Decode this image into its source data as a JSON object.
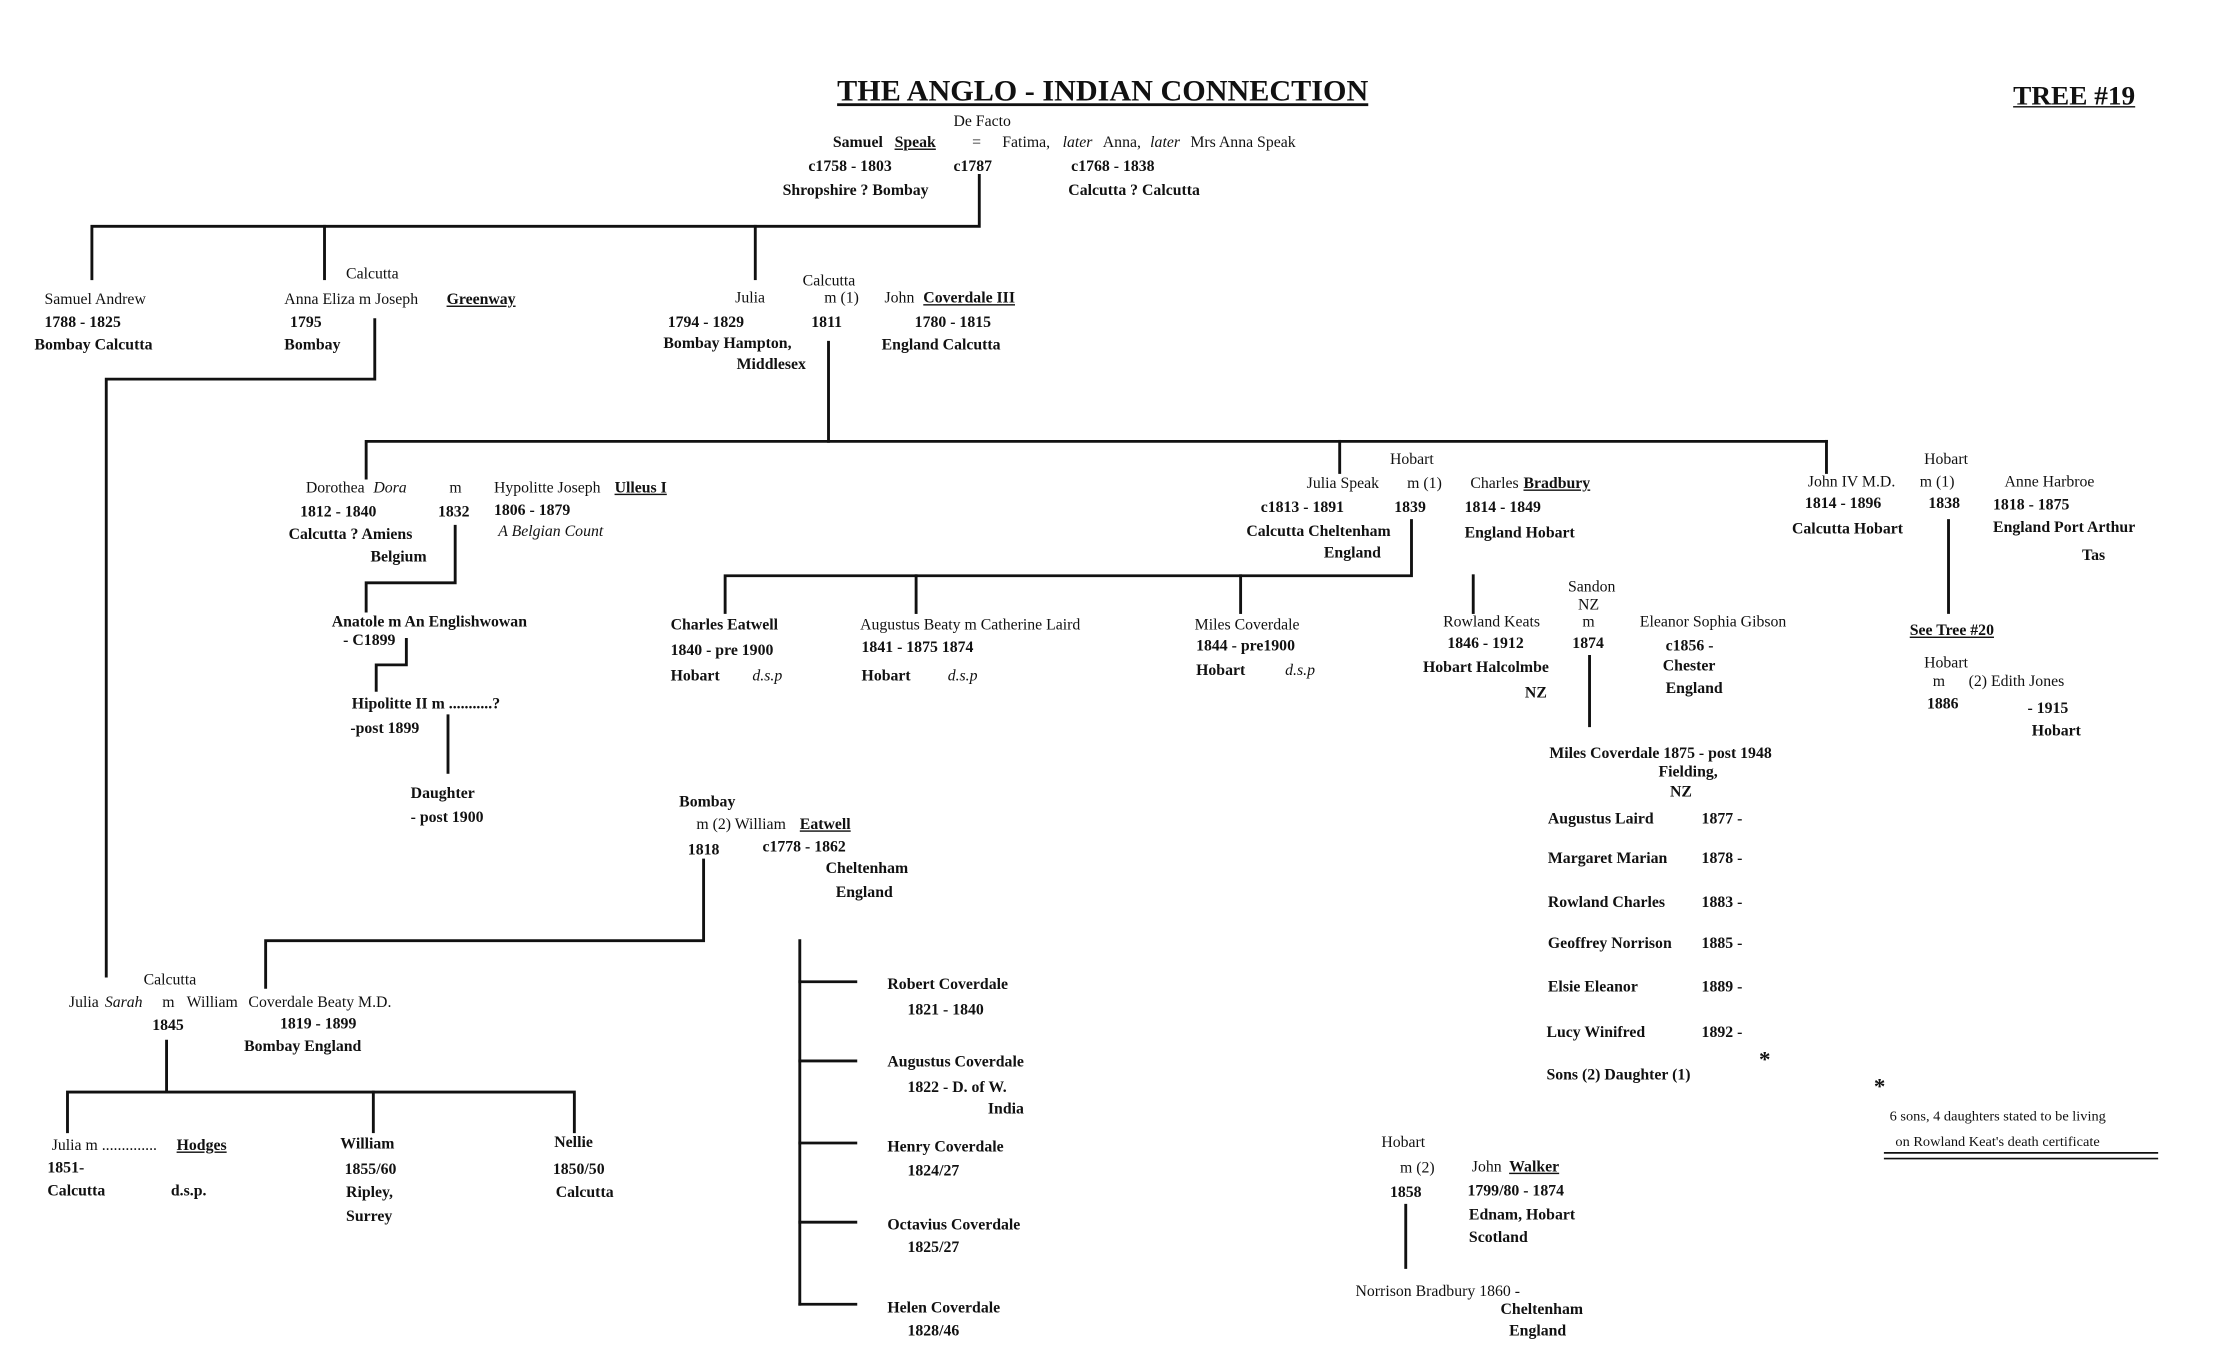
{
  "title": "THE ANGLO - INDIAN  CONNECTION",
  "tree_number": "TREE #19",
  "texts": {
    "defacto": "De Facto",
    "samuel_name": "Samuel",
    "samuel_surname": "Speak",
    "eq": "=",
    "fatima_a": "Fatima,",
    "fatima_later1": "later",
    "fatima_b": "Anna,",
    "fatima_later2": "later",
    "fatima_c": "Mrs Anna Speak",
    "samuel_dates": "c1758  -  1803",
    "union_date": "c1787",
    "fatima_dates": "c1768    -    1838",
    "samuel_places": "Shropshire ?   Bombay",
    "fatima_places": "Calcutta ?   Calcutta",
    "sa_name": "Samuel Andrew",
    "sa_dates": "1788  -  1825",
    "sa_places": "Bombay   Calcutta",
    "ae_place": "Calcutta",
    "ae_name": "Anna Eliza   m   Joseph",
    "ae_spouse": "Greenway",
    "ae_date": "1795",
    "ae_birth": "Bombay",
    "j_place": "Calcutta",
    "j_name": "Julia",
    "j_m1": "m (1)",
    "j_spouse_first": "John",
    "j_spouse_sur": "Coverdale III",
    "j_dates": "1794     -      1829",
    "j_wed_year": "1811",
    "jc_dates": "1780  -  1815",
    "j_places": "Bombay   Hampton,",
    "j_places2": "Middlesex",
    "jc_places": "England          Calcutta",
    "d_name": "Dorothea",
    "d_dora": "Dora",
    "d_m": "m",
    "d_spouse": "Hypolitte Joseph",
    "d_spouse_sur": "Ulleus I",
    "d_dates": "1812    -     1840",
    "d_year": "1832",
    "d_spouse_dates": "1806   -   1879",
    "d_places": "Calcutta ?   Amiens",
    "d_spouse_note": "A Belgian Count",
    "d_belgium": "Belgium",
    "an_name": "Anatole    m     An Englishwowan",
    "an_date": "- C1899",
    "hip_name": "Hipolitte II    m       ...........?",
    "hip_date": "-post 1899",
    "dau_name": "Daughter",
    "dau_date": "-  post 1900",
    "js_place": "Hobart",
    "js_name": "Julia Speak",
    "js_m1": "m (1)",
    "js_spouse": "Charles",
    "js_spouse_sur": "Bradbury",
    "js_dates": "c1813    -   1891",
    "js_year": "1839",
    "cb_dates": "1814    -     1849",
    "js_places": "Calcutta    Cheltenham",
    "cb_places": "England       Hobart",
    "js_england": "England",
    "ce_name": "Charles Eatwell",
    "ce_dates": "1840  -  pre 1900",
    "ce_place": "Hobart",
    "dsp": "d.s.p",
    "ab_name": "Augustus Beaty     m      Catherine Laird",
    "ab_dates": "1841   -  1875   1874",
    "ab_place": "Hobart",
    "mc_name": "Miles Coverdale",
    "mc_dates": "1844   -   pre1900",
    "mc_place": "Hobart",
    "rk_sandon": "Sandon",
    "rk_nz": "NZ",
    "rk_name": "Rowland Keats",
    "rk_m": "m",
    "rk_spouse": "Eleanor Sophia Gibson",
    "rk_dates": "1846   -   1912",
    "rk_year": "1874",
    "es_dates": "c1856 -",
    "rk_places": "Hobart      Halcolmbe",
    "es_chester": "Chester",
    "rk_nz2": "NZ",
    "es_england": "England",
    "mc2_name": "Miles Coverdale 1875   -   post 1948",
    "mc2_place1": "Fielding,",
    "mc2_place2": "NZ",
    "kids": [
      {
        "name": "Augustus Laird",
        "date": "1877  -"
      },
      {
        "name": "Margaret Marian",
        "date": "1878  -"
      },
      {
        "name": "Rowland Charles",
        "date": "1883  -"
      },
      {
        "name": "Geoffrey Norrison",
        "date": "1885  -"
      },
      {
        "name": "Elsie Eleanor",
        "date": "1889  -"
      },
      {
        "name": "Lucy Winifred",
        "date": "1892  -"
      }
    ],
    "sons_dau": "Sons (2)    Daughter (1)",
    "star": "*",
    "note1": "6 sons, 4 daughters stated to be living",
    "note2": "on Rowland Keat's death certificate",
    "j4_place": "Hobart",
    "j4_name": "John IV  M.D.",
    "j4_m1": "m (1)",
    "j4_spouse": "Anne Harbroe",
    "j4_dates": "1814   -  1896",
    "j4_year": "1838",
    "j4_spouse_dates": "1818    -    1875",
    "j4_places": "Calcutta    Hobart",
    "j4_spouse_places": "England     Port Arthur",
    "j4_tas": "Tas",
    "see_tree": "See Tree #20",
    "j4_hob2": "Hobart",
    "j4_m2": "m",
    "j4_m2b": "(2) Edith Jones",
    "j4_1915": "- 1915",
    "j4_1886": "1886",
    "j4_hob3": "Hobart",
    "jw_place": "Hobart",
    "jw_m2": "m (2)",
    "jw_spouse": "John",
    "jw_spouse_sur": "Walker",
    "jw_dates": "1799/80  -  1874",
    "jw_year": "1858",
    "jw_places": "Ednam,     Hobart",
    "jw_scotland": "Scotland",
    "nb_name": "Norrison Bradbury   1860  -",
    "nb_place1": "Cheltenham",
    "nb_place2": "England",
    "we_place": "Bombay",
    "we_m2": "m (2)  William",
    "we_sur": "Eatwell",
    "we_year": "1818",
    "we_dates": "c1778  -  1862",
    "we_place1": "Cheltenham",
    "we_place2": "England",
    "rc_name": "Robert Coverdale",
    "rc_dates": "1821  -  1840",
    "ac_name": "Augustus Coverdale",
    "ac_dates": "1822  -  D. of  W.",
    "ac_india": "India",
    "hc_name": "Henry Coverdale",
    "hc_dates": "1824/27",
    "oc_name": "Octavius Coverdale",
    "oc_dates": "1825/27",
    "hlc_name": "Helen Coverdale",
    "hlc_dates": "1828/46",
    "jsw_place": "Calcutta",
    "jsw_name": "Julia",
    "jsw_sarah": "Sarah",
    "jsw_m": "m",
    "jsw_william": "William",
    "jsw_spouse": "Coverdale Beaty    M.D.",
    "jsw_year": "1845",
    "wcb_dates": "1819   -   1899",
    "wcb_places": "Bombay          England",
    "jh_name": "Julia    m    ..............",
    "jh_sur": "Hodges",
    "jh_date": "1851-",
    "jh_places": "Calcutta",
    "jh_dsp": "d.s.p.",
    "wm_name": "William",
    "wm_dates": "1855/60",
    "wm_p1": "Ripley,",
    "wm_p2": "Surrey",
    "ne_name": "Nellie",
    "ne_dates": "1850/50",
    "ne_place": "Calcutta"
  }
}
